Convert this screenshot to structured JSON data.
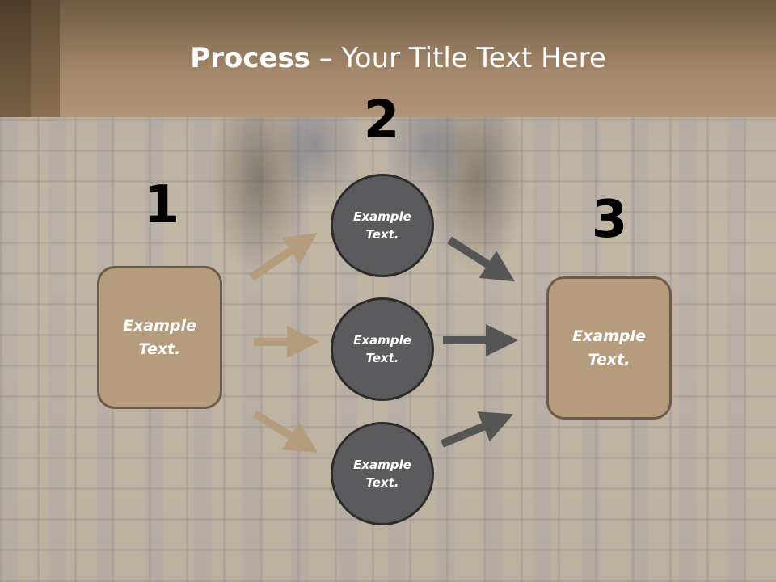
{
  "title": {
    "bold": "Process",
    "rest": " – Your Title Text Here"
  },
  "steps": [
    {
      "number": "1",
      "text": "Example\nText."
    },
    {
      "number": "2"
    },
    {
      "number": "3",
      "text": "Example\nText."
    }
  ],
  "circles": [
    {
      "text": "Example\nText."
    },
    {
      "text": "Example\nText."
    },
    {
      "text": "Example\nText."
    }
  ],
  "colors": {
    "header": "#a2866a",
    "box_fill": "#b59c7d",
    "circle_fill": "#5b5b5d",
    "arrow_left": "#b59c7d",
    "arrow_right": "#555555"
  }
}
